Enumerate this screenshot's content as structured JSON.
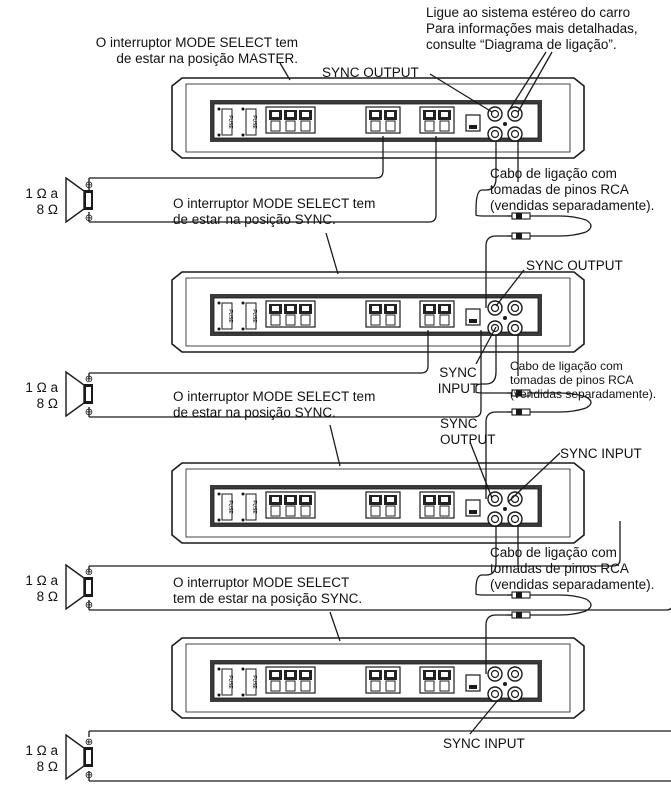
{
  "top_note": {
    "line1": "Ligue ao sistema estéreo do carro",
    "line2": "Para informações mais detalhadas,",
    "line3": "consulte “Diagrama de ligação”."
  },
  "master_note": {
    "line1": "O interruptor MODE SELECT tem",
    "line2": "de estar na posição MASTER."
  },
  "sync_output_1": "SYNC OUTPUT",
  "sync_output_2": "SYNC OUTPUT",
  "sync_input_2a": "SYNC",
  "sync_input_2b": "INPUT",
  "sync_output_3a": "SYNC",
  "sync_output_3b": "OUTPUT",
  "sync_input_3": "SYNC INPUT",
  "sync_input_4": "SYNC INPUT",
  "cable_note_1": {
    "line1": "Cabo de ligação com",
    "line2": "tomadas de pinos RCA",
    "line3": "(vendidas separadamente)."
  },
  "cable_note_2": {
    "line1": "Cabo de ligação com",
    "line2": "tomadas de pinos RCA",
    "line3": "(vendidas separadamente)."
  },
  "cable_note_3": {
    "line1": "Cabo de ligação com",
    "line2": "tomadas de pinos RCA",
    "line3": "(vendidas separadamente)."
  },
  "sync_note_1": {
    "line1": "O interruptor MODE SELECT tem",
    "line2": "de estar na posição SYNC."
  },
  "sync_note_2": {
    "line1": "O interruptor MODE SELECT tem",
    "line2": "de estar na posição SYNC."
  },
  "sync_note_3": {
    "line1": "O interruptor MODE SELECT",
    "line2": "tem de estar na posição SYNC."
  },
  "speaker_impedance": {
    "line1": "1 Ω a",
    "line2": "8 Ω"
  },
  "fuse_label": "FUSE",
  "plus_sign": "⊕",
  "minus_sign": "⊖"
}
